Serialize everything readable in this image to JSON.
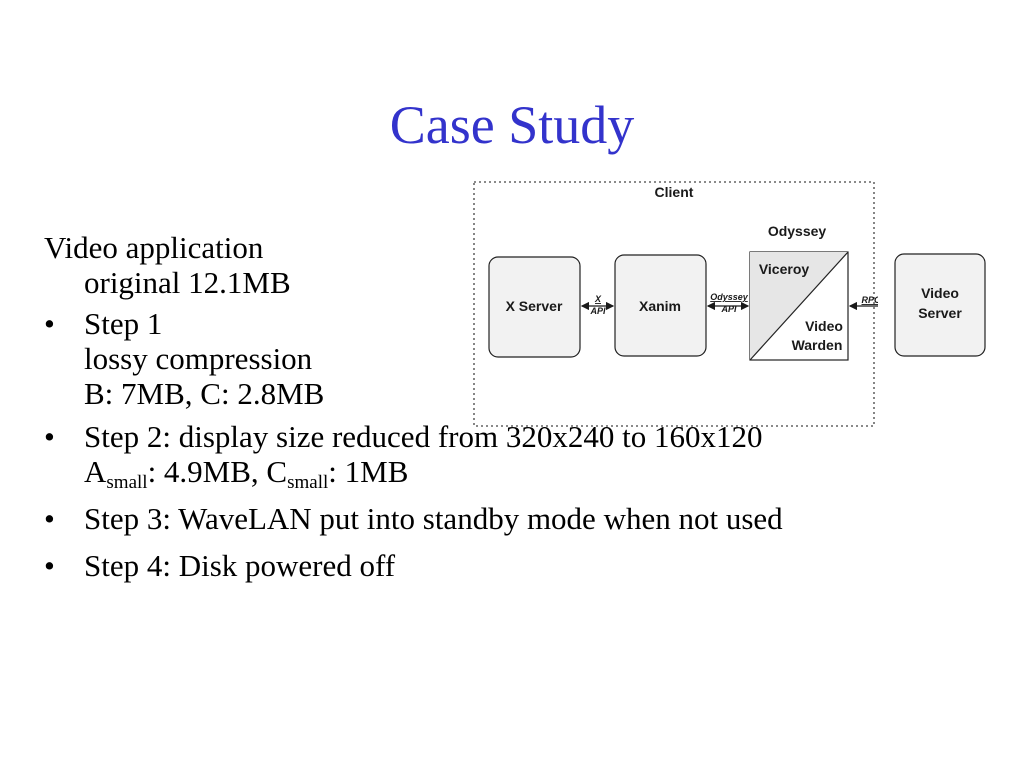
{
  "slide": {
    "title": "Case Study"
  },
  "intro": {
    "line1": "Video application",
    "line2": "original 12.1MB"
  },
  "bullets": [
    {
      "marker": "•",
      "lines": [
        "Step 1",
        "lossy compression",
        "B: 7MB, C: 2.8MB"
      ]
    },
    {
      "marker": "•",
      "line1": "Step 2: display size reduced from 320x240 to 160x120",
      "a_label": "A",
      "a_sub": "small",
      "a_value": ": 4.9MB, C",
      "c_sub": "small",
      "c_value": ": 1MB"
    },
    {
      "marker": "•",
      "text": "Step 3: WaveLAN put into standby mode when not used"
    },
    {
      "marker": "•",
      "text": "Step 4: Disk powered off"
    }
  ],
  "diagram": {
    "client_label": "Client",
    "odyssey_label": "Odyssey",
    "x_server": "X Server",
    "xanim": "Xanim",
    "viceroy": "Viceroy",
    "video_warden_1": "Video",
    "video_warden_2": "Warden",
    "video_server_1": "Video",
    "video_server_2": "Server",
    "x_api_1": "X",
    "x_api_2": "API",
    "odyssey_api_1": "Odyssey",
    "odyssey_api_2": "API",
    "rpc": "RPC"
  },
  "colors": {
    "title": "#3333cc",
    "box_fill": "#f2f2f2",
    "viceroy_fill": "#e6e6e6"
  }
}
